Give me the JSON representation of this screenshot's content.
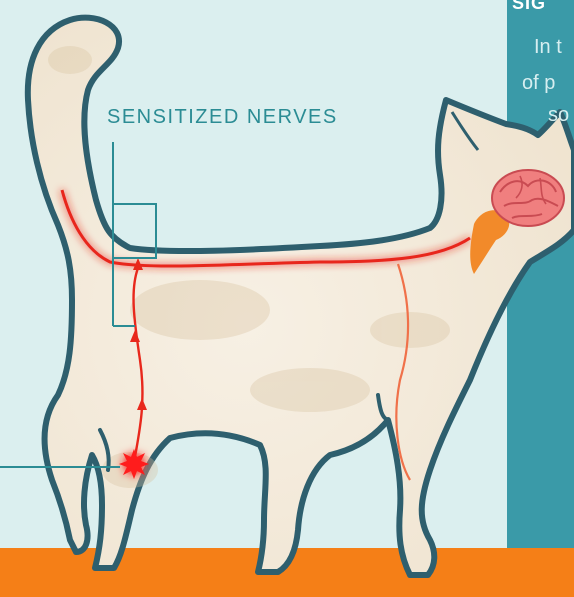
{
  "labels": {
    "sensitized_nerves": "SENSITIZED NERVES"
  },
  "panel": {
    "heading": "SIG",
    "line1": "In t",
    "line2": "of p",
    "line3": "so"
  },
  "colors": {
    "background": "#dbefef",
    "panel": "#3a9aa8",
    "floor": "#f57f17",
    "cat_outline": "#2e5f6e",
    "cat_body": "#f6efe2",
    "nerve": "#e8281c",
    "pain_point": "#ff1a1a",
    "brain": "#f07f7f",
    "brainstem": "#f28a2a"
  },
  "icons": {
    "pain_point": "starburst-icon",
    "signal_arrows": "arrowhead-icon"
  }
}
